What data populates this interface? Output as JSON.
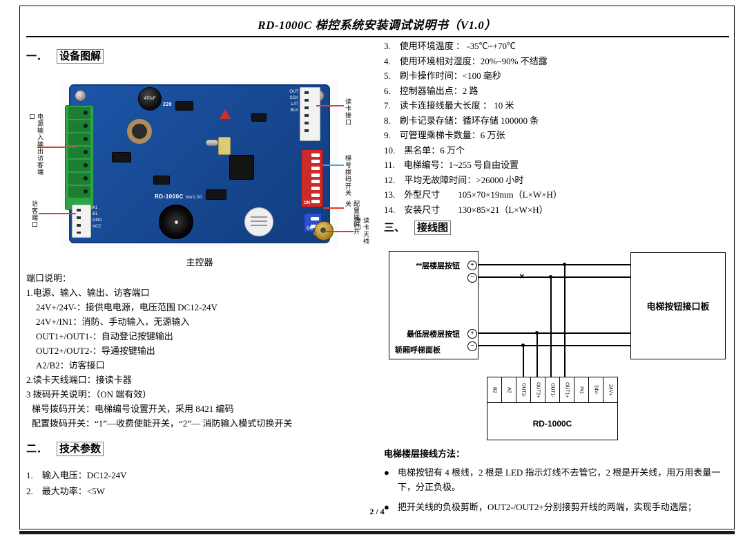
{
  "page": {
    "title": "RD-1000C 梯控系统安装调试说明书（V1.0）",
    "footer": "2 / 4"
  },
  "sections": {
    "one": {
      "num": "一．",
      "title": "设备图解"
    },
    "two": {
      "num": "二．",
      "title": "技术参数"
    },
    "three": {
      "num": "三、",
      "title": "接线图"
    }
  },
  "board": {
    "caption": "主控器",
    "silkscreen": "RD-1000C",
    "version": "Ver1.00",
    "cap_label": "470uF",
    "comp_label": "220",
    "dip_on": "ON",
    "left_conn_pins": [
      "A1",
      "B1",
      "GND",
      "VCC"
    ],
    "right_conn_pins": [
      "OUT",
      "SCK",
      "LAT",
      "BLK"
    ],
    "callouts": {
      "left": [
        "电源输入输出访客端口",
        "访客端口"
      ],
      "right": [
        "读卡接口",
        "梯号拨码开关",
        "配置拨码开关",
        "读卡天线接口"
      ]
    }
  },
  "port_desc": {
    "heading": "端口说明：",
    "lines": [
      "1.电源、输入、输出、访客端口",
      "24V+/24V-：接供电电源，电压范围 DC12-24V",
      "24V+/IN1：消防、手动输入，无源输入",
      "OUT1+/OUT1-：自动登记按键输出",
      "OUT2+/OUT2-：导通按键输出",
      "A2/B2：访客接口",
      "2.读卡天线端口：接读卡器",
      "3 拨码开关说明：（ON 端有效）",
      "梯号拨码开关：电梯编号设置开关，采用 8421 编码",
      "配置拨码开关：“1”—收费使能开关，“2”— 消防输入模式切换开关"
    ]
  },
  "tech_params": {
    "left": [
      "1.　输入电压：DC12-24V",
      "2.　最大功率：<5W"
    ],
    "right": [
      "3.　使用环境温度 ： -35℃~+70℃",
      "4.　使用环境相对湿度：20%~90% 不结露",
      "5.　刷卡操作时间：<100 毫秒",
      "6.　控制器输出点：2 路",
      "7.　读卡连接线最大长度 ： 10 米",
      "8.　刷卡记录存储：循环存储 100000 条",
      "9.　可管理乘梯卡数量：6 万张",
      "10.　黑名单：6 万个",
      "11.　电梯编号：1~255 号自由设置",
      "12.　平均无故障时间：>26000 小时",
      "13.　外型尺寸　　105×70×19mm（L×W×H）",
      "14.　安装尺寸　　130×85×21（L×W×H）"
    ]
  },
  "wiring": {
    "car_panel": {
      "top_label": "**层楼层按钮",
      "bottom_label": "最低层楼层按钮",
      "name": "轿厢呼梯面板"
    },
    "plus": "+",
    "minus": "−",
    "cut_mark": "×",
    "right_box": "电梯按钮接口板",
    "controller": {
      "name": "RD-1000C",
      "terminals": [
        "B2",
        "A2",
        "OUT2-",
        "OUT2+",
        "OUT1-",
        "OUT1+",
        "IN1",
        "24V-",
        "24V+"
      ]
    },
    "notes": {
      "heading": "电梯楼层接线方法：",
      "bullet": "●",
      "bullets": [
        "电梯按钮有 4 根线，2 根是 LED 指示灯线不去管它，2 根是开关线，用万用表量一下，分正负极。",
        "把开关线的负极剪断，OUT2-/OUT2+分别接剪开线的两端，实现手动选层；"
      ]
    }
  }
}
